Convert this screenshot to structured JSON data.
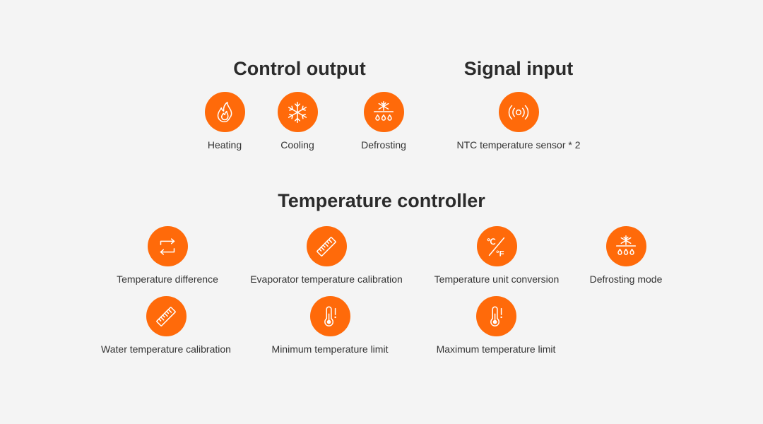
{
  "control_output": {
    "title": "Control output",
    "items": [
      {
        "label": "Heating",
        "icon": "flame-icon"
      },
      {
        "label": "Cooling",
        "icon": "snowflake-icon"
      },
      {
        "label": "Defrosting",
        "icon": "defrost-icon"
      }
    ]
  },
  "signal_input": {
    "title": "Signal input",
    "items": [
      {
        "label": "NTC temperature sensor * 2",
        "icon": "sensor-signal-icon"
      }
    ]
  },
  "temperature_controller": {
    "title": "Temperature controller",
    "items": [
      {
        "label": "Temperature difference",
        "icon": "cycle-arrows-icon"
      },
      {
        "label": "Evaporator temperature calibration",
        "icon": "ruler-icon"
      },
      {
        "label": "Temperature unit conversion",
        "icon": "celsius-fahrenheit-icon"
      },
      {
        "label": "Defrosting mode",
        "icon": "defrost-icon"
      },
      {
        "label": "Water temperature calibration",
        "icon": "ruler-icon"
      },
      {
        "label": "Minimum temperature limit",
        "icon": "thermometer-alert-icon"
      },
      {
        "label": "Maximum temperature limit",
        "icon": "thermometer-alert-icon"
      }
    ],
    "unit_glyphs": {
      "celsius": "℃",
      "fahrenheit": "°F"
    }
  },
  "colors": {
    "accent": "#ff6a0a",
    "background": "#f4f4f4",
    "heading": "#2b2b2b",
    "text": "#333333"
  }
}
